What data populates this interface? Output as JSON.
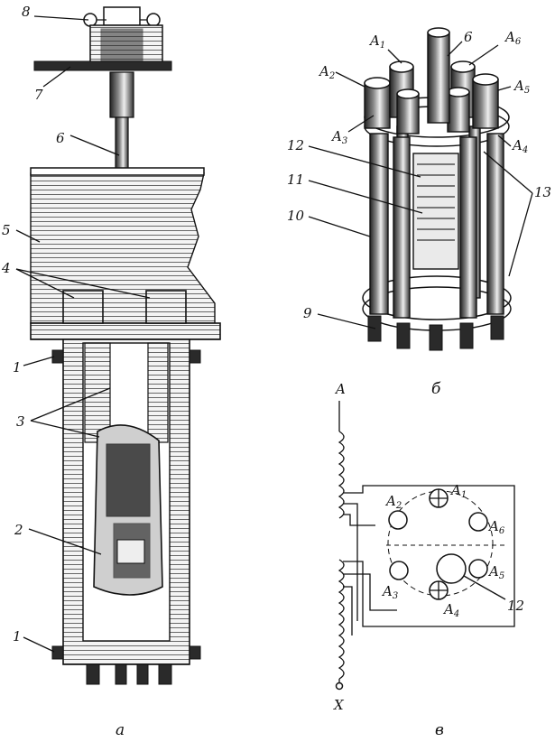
{
  "views": {
    "a": {
      "caption": "а",
      "labels": {
        "n1": "1",
        "n1b": "1",
        "n2": "2",
        "n3": "3",
        "n4": "4",
        "n5": "5",
        "n6": "6",
        "n7": "7",
        "n8": "8"
      }
    },
    "b": {
      "caption": "б",
      "labels": {
        "n6": "6",
        "n9": "9",
        "n10": "10",
        "n11": "11",
        "n12": "12",
        "n13": "13"
      },
      "contacts": [
        "A1",
        "A2",
        "A3",
        "A4",
        "A5",
        "A6"
      ]
    },
    "v": {
      "caption": "в",
      "terminal_top": "A",
      "terminal_bottom": "X",
      "label_12": "12",
      "contacts": [
        "A1",
        "A2",
        "A3",
        "A4",
        "A5",
        "A6"
      ]
    }
  }
}
